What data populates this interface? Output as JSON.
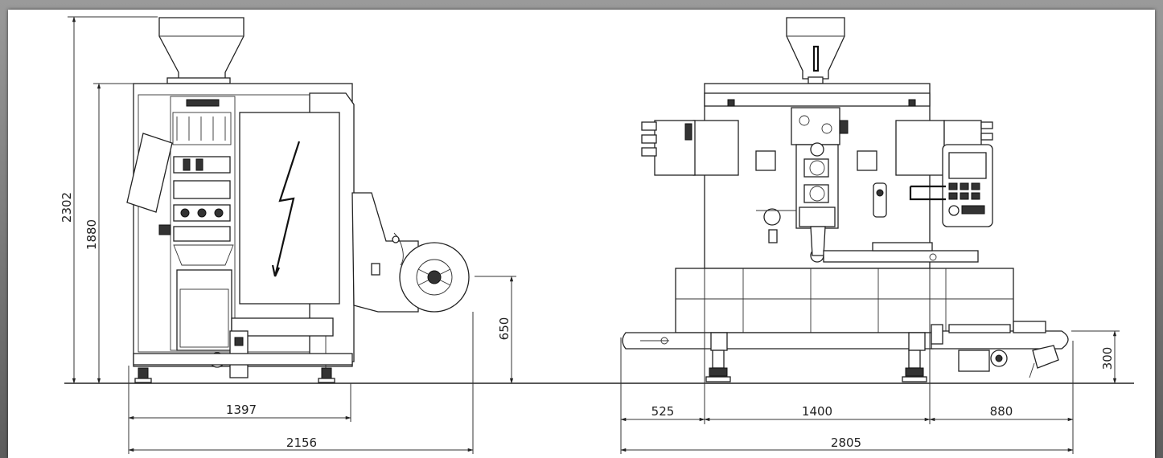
{
  "drawing": {
    "side_view": {
      "dim_total_height": "2302",
      "dim_frame_height": "1880",
      "dim_film_roll_height": "650",
      "dim_frame_width": "1397",
      "dim_total_width": "2156"
    },
    "front_view": {
      "dim_conveyor_height": "300",
      "dim_left_offset": "525",
      "dim_frame_width": "1400",
      "dim_right_offset": "880",
      "dim_total_width": "2805"
    }
  }
}
